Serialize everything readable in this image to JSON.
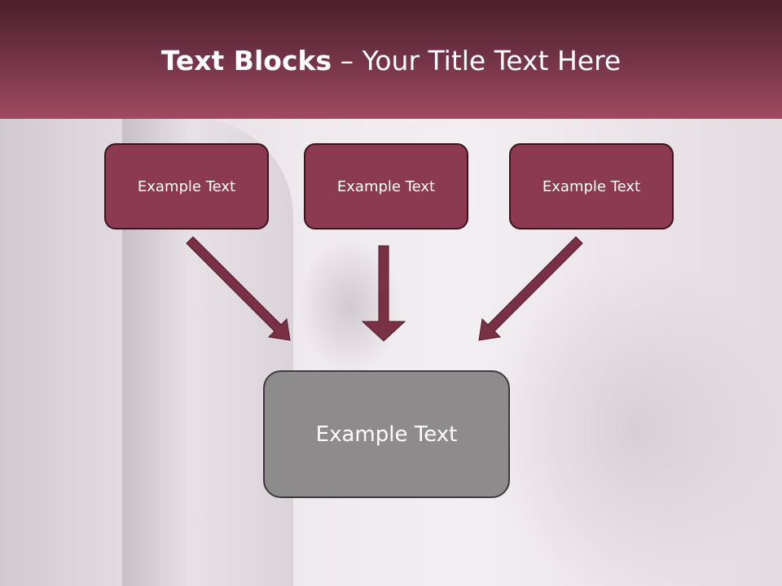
{
  "header": {
    "title_bold": "Text Blocks",
    "title_dash": " – ",
    "title_rest": "Your Title Text Here"
  },
  "blocks": {
    "top_left": "Example Text",
    "top_center": "Example Text",
    "top_right": "Example Text",
    "bottom": "Example Text"
  },
  "colors": {
    "header_dark": "#4a1f2c",
    "header_light": "#a04a62",
    "block_fill": "#8c3a52",
    "block_border": "#3a1520",
    "bottom_block_fill": "#8d8b8c",
    "arrow_color": "#7a3045"
  }
}
